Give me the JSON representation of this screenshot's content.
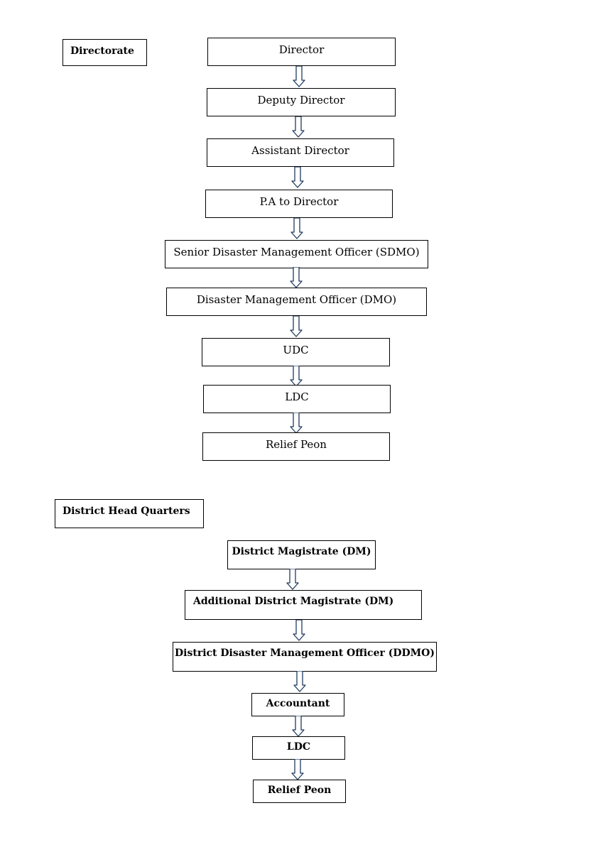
{
  "directorate": {
    "label": "Directorate",
    "nodes": [
      "Director",
      "Deputy Director",
      "Assistant Director",
      "P.A to Director",
      "Senior Disaster Management Officer (SDMO)",
      "Disaster Management Officer (DMO)",
      "UDC",
      "LDC",
      "Relief Peon"
    ]
  },
  "district": {
    "label": "District Head Quarters",
    "nodes": [
      "District Magistrate (DM)",
      "Additional District Magistrate (DM)",
      "District Disaster Management Officer (DDMO)",
      "Accountant",
      "LDC",
      "Relief Peon"
    ]
  }
}
